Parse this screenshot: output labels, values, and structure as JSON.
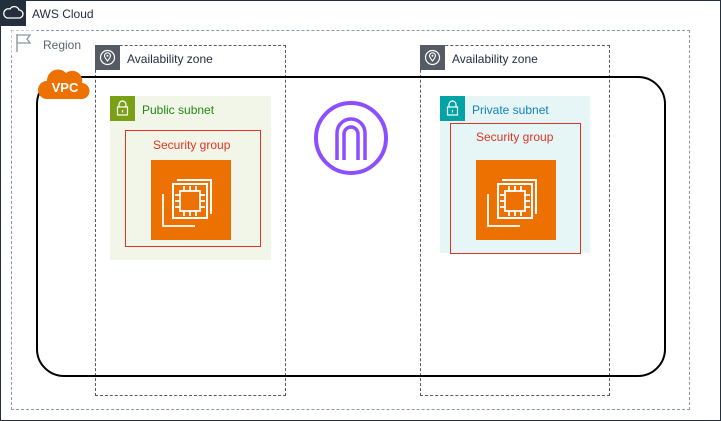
{
  "cloud": {
    "label": "AWS Cloud",
    "icon": "cloud-icon",
    "color": "#242f3e"
  },
  "region": {
    "label": "Region",
    "icon": "flag-icon",
    "color": "#8c97a3"
  },
  "availability_zones": [
    {
      "label": "Availability zone",
      "icon": "location-pin-icon"
    },
    {
      "label": "Availability zone",
      "icon": "location-pin-icon"
    }
  ],
  "vpc": {
    "label": "VPC",
    "badge_color": "#ed7100",
    "border_color": "#000000"
  },
  "subnets": [
    {
      "label": "Public subnet",
      "icon": "lock-icon",
      "color": "#7aa116",
      "fill": "#f2f6e8"
    },
    {
      "label": "Private subnet",
      "icon": "lock-icon",
      "color": "#00a4a6",
      "fill": "#e6f6f7"
    }
  ],
  "security_groups": [
    {
      "label": "Security group",
      "color": "#dd3522"
    },
    {
      "label": "Security group",
      "color": "#dd3522"
    }
  ],
  "instances": [
    {
      "icon": "ec2-instance-icon",
      "color": "#ed7100"
    },
    {
      "icon": "ec2-instance-icon",
      "color": "#ed7100"
    }
  ],
  "gateway": {
    "icon": "gateway-icon",
    "color": "#8c4fff"
  }
}
